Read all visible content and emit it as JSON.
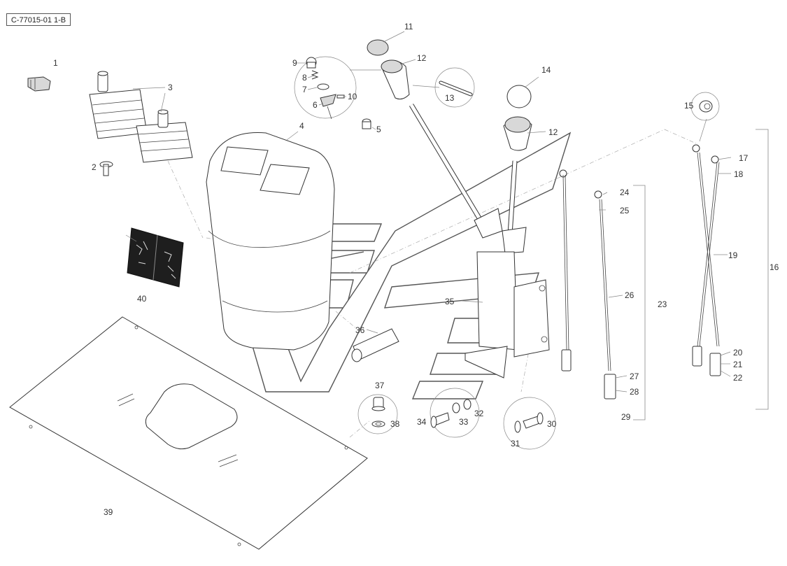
{
  "diagram": {
    "reference_code": "C-77015-01 1-B",
    "callouts": [
      "1",
      "2",
      "3",
      "4",
      "5",
      "6",
      "7",
      "8",
      "9",
      "10",
      "11",
      "12",
      "12",
      "13",
      "14",
      "15",
      "16",
      "17",
      "18",
      "19",
      "20",
      "21",
      "22",
      "23",
      "24",
      "25",
      "26",
      "27",
      "28",
      "29",
      "30",
      "31",
      "32",
      "33",
      "34",
      "35",
      "36",
      "37",
      "38",
      "39",
      "40"
    ]
  }
}
